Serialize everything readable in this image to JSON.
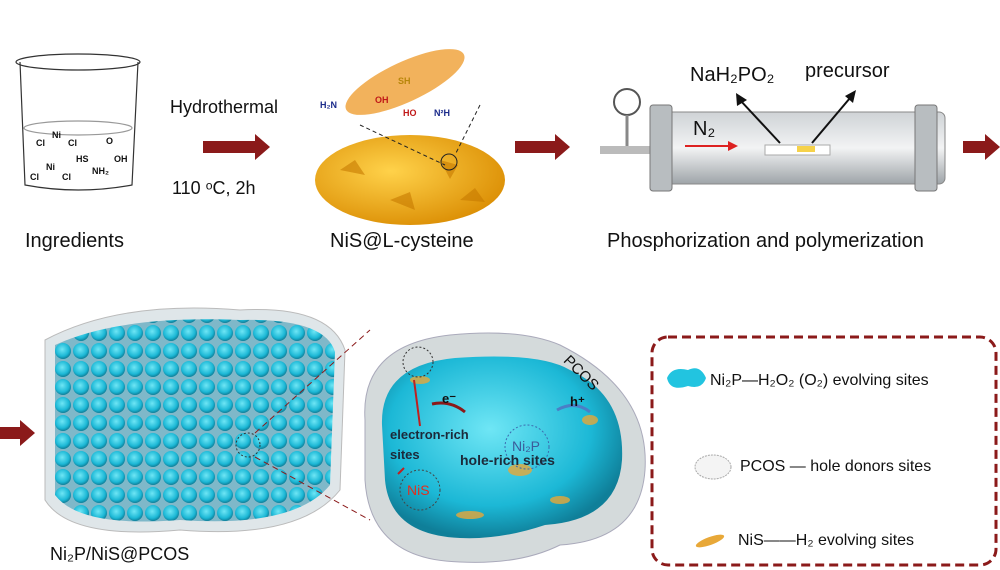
{
  "step1": {
    "label": "Ingredients",
    "chem": [
      "Cl",
      "Ni",
      "Cl",
      "Cl",
      "Ni",
      "Cl",
      "HS",
      "NH₂",
      "OH",
      "O"
    ]
  },
  "step1_arrow": {
    "top": "Hydrothermal",
    "bottom": "110 ᵒC, 2h"
  },
  "step2": {
    "label": "NiS@L-cysteine",
    "chem": [
      "H₂N",
      "OH",
      "SH",
      "HO",
      "N²H"
    ]
  },
  "step3": {
    "label": "Phosphorization and polymerization",
    "reagent": "NaH₂PO₂",
    "precursor": "precursor",
    "gas": "N₂"
  },
  "product": {
    "label": "Ni₂P/NiS@PCOS",
    "shell": "PCOS",
    "electron": "e⁻",
    "hole": "h⁺",
    "ni2p": "Ni₂P",
    "nis": "NiS",
    "electron_rich": "electron-rich",
    "electron_rich2": "sites",
    "hole_rich": "hole-rich sites"
  },
  "legend": {
    "items": [
      {
        "text": "Ni₂P—H₂O₂ (O₂) evolving sites"
      },
      {
        "text": "PCOS — hole donors sites"
      },
      {
        "text": "NiS——H₂ evolving sites"
      }
    ]
  },
  "colors": {
    "arrow": "#8b1a1a",
    "ni2p": "#22c4e0",
    "nis": "#e8a838",
    "legend_border": "#8b1a1a"
  }
}
